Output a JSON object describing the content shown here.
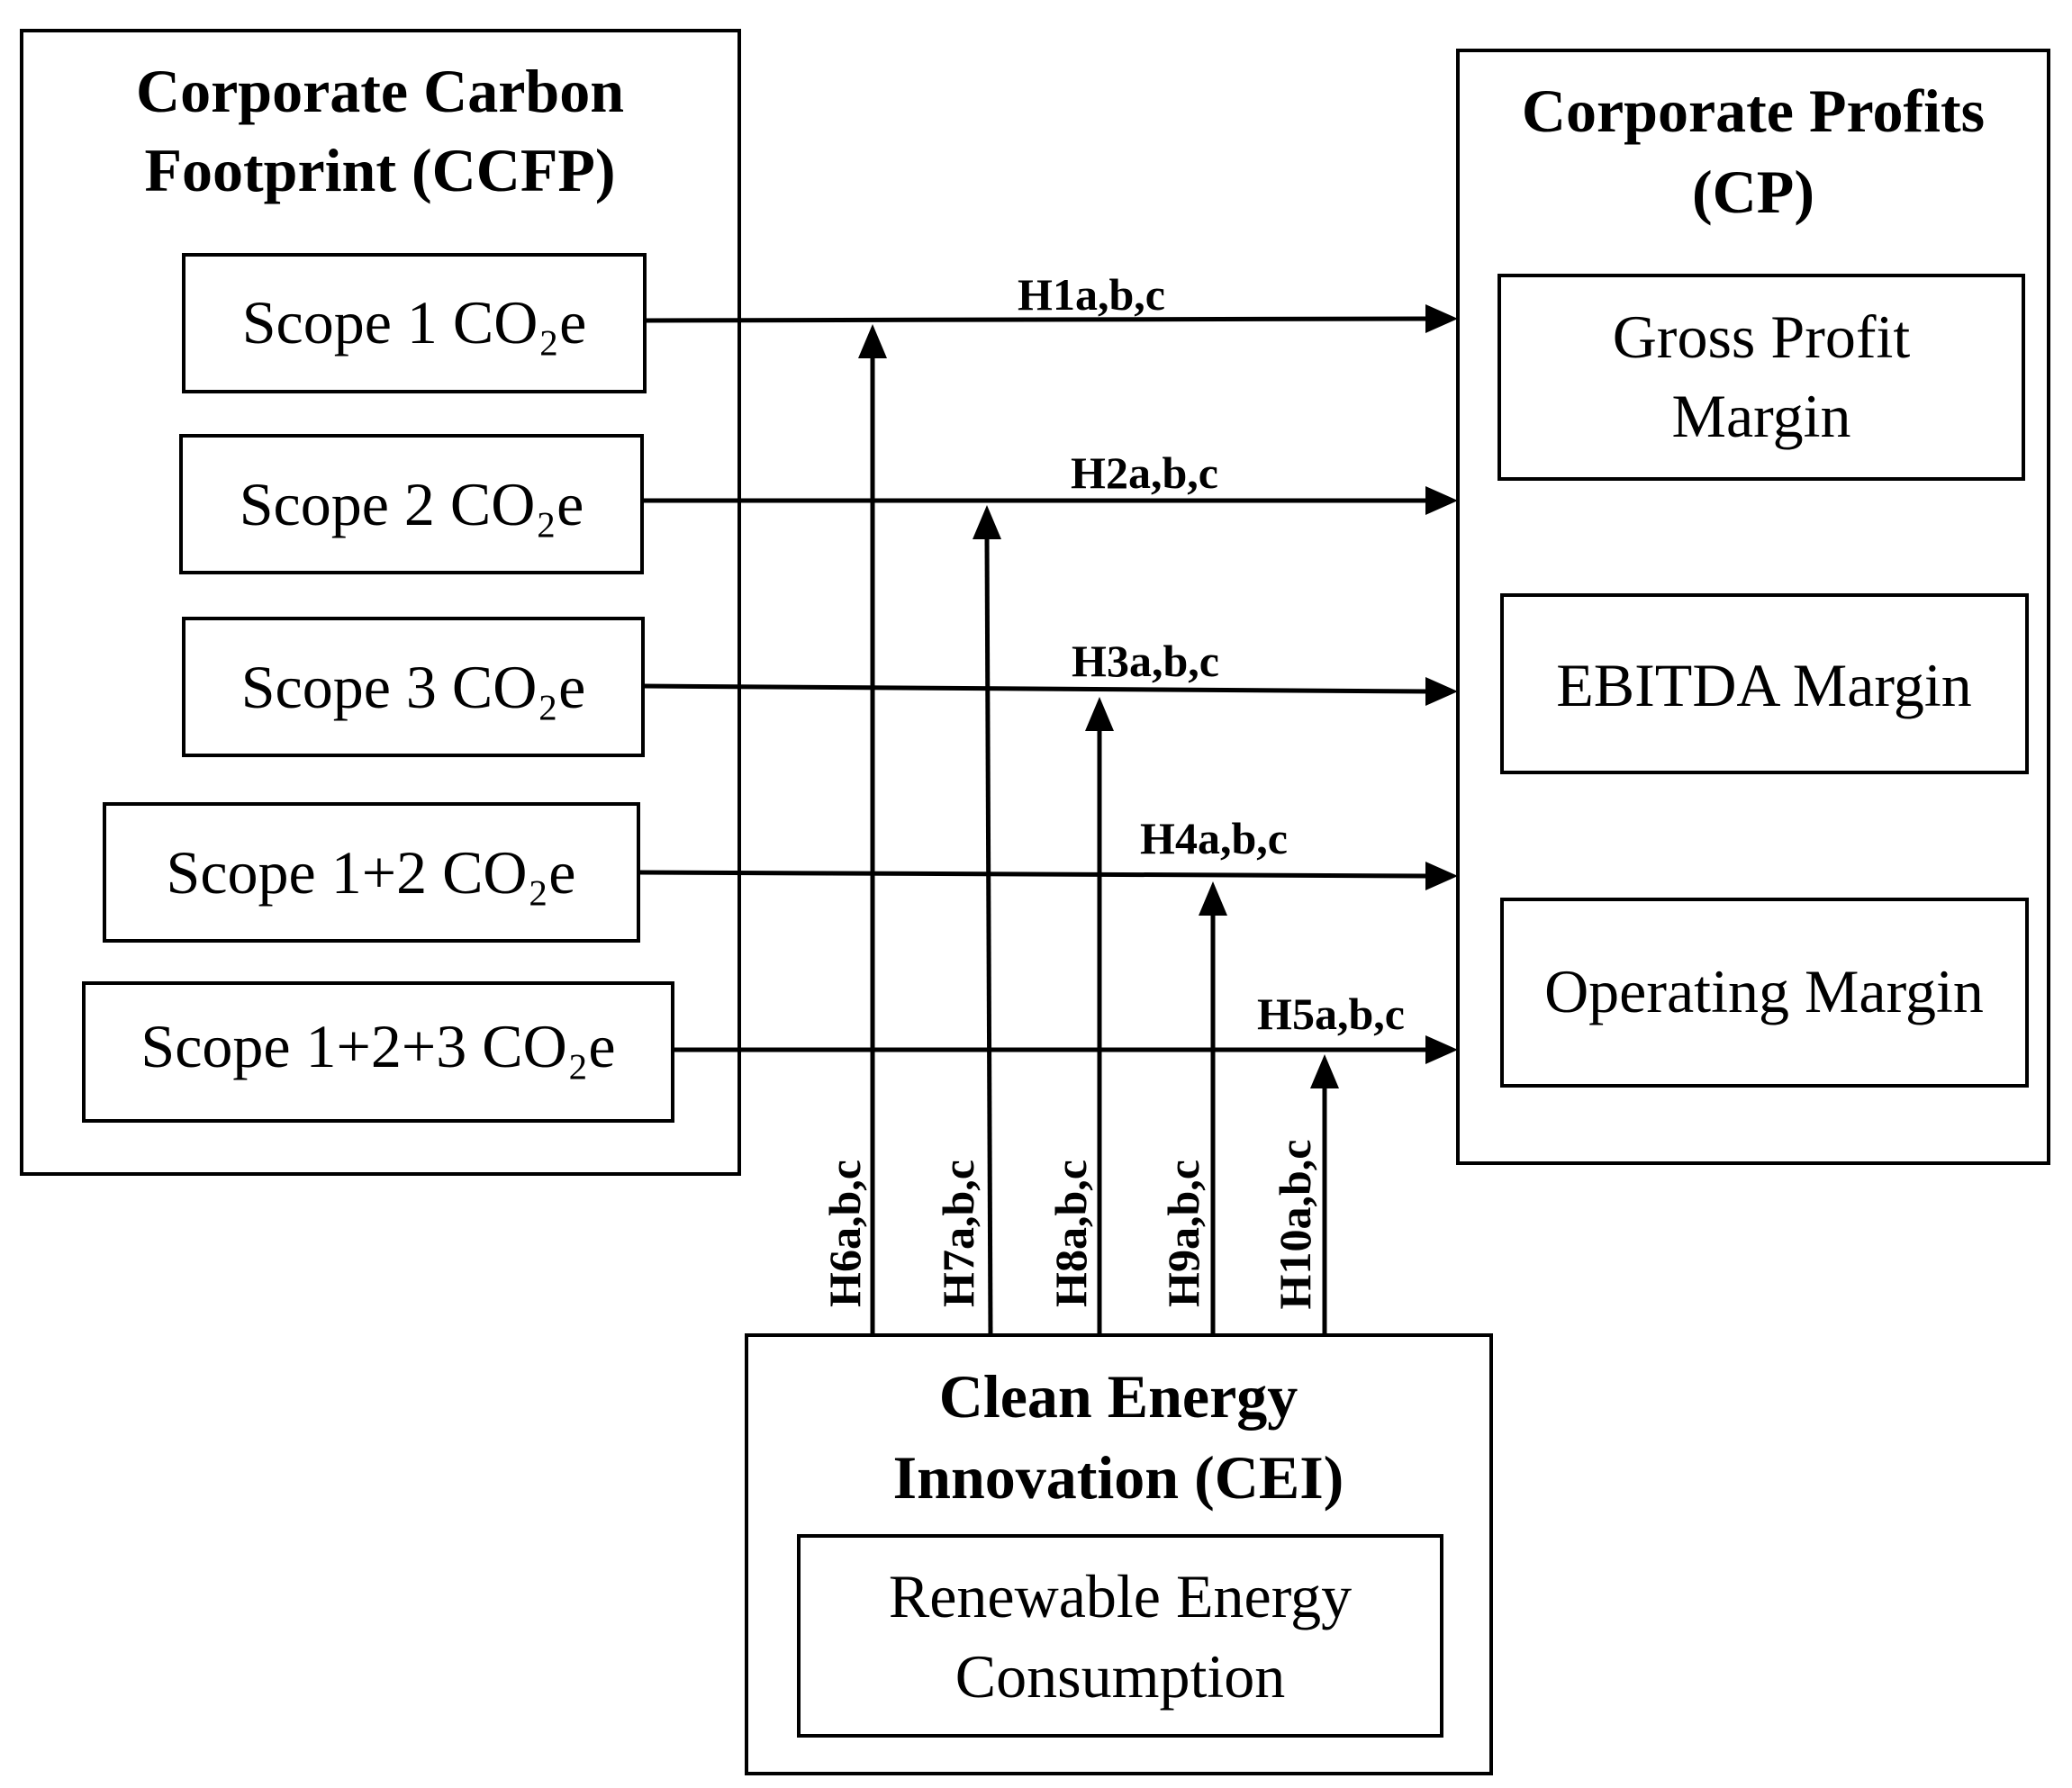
{
  "ccfp": {
    "title_line1": "Corporate Carbon",
    "title_line2": "Footprint (CCFP)",
    "scopes": [
      {
        "label": "Scope 1 CO₂e"
      },
      {
        "label": "Scope 2 CO₂e"
      },
      {
        "label": "Scope 3 CO₂e"
      },
      {
        "label": "Scope 1+2 CO₂e"
      },
      {
        "label": "Scope 1+2+3 CO₂e"
      }
    ]
  },
  "cp": {
    "title_line1": "Corporate Profits",
    "title_line2": "(CP)",
    "measures": [
      {
        "line1": "Gross Profit",
        "line2": "Margin"
      },
      {
        "line1": "EBITDA Margin",
        "line2": ""
      },
      {
        "line1": "Operating Margin",
        "line2": ""
      }
    ]
  },
  "cei": {
    "title_line1": "Clean Energy",
    "title_line2": "Innovation (CEI)",
    "measure_line1": "Renewable Energy",
    "measure_line2": "Consumption"
  },
  "direct_hypotheses": [
    "H1a,b,c",
    "H2a,b,c",
    "H3a,b,c",
    "H4a,b,c",
    "H5a,b,c"
  ],
  "moderating_hypotheses": [
    "H6a,b,c",
    "H7a,b,c",
    "H8a,b,c",
    "H9a,b,c",
    "H10a,b,c"
  ]
}
